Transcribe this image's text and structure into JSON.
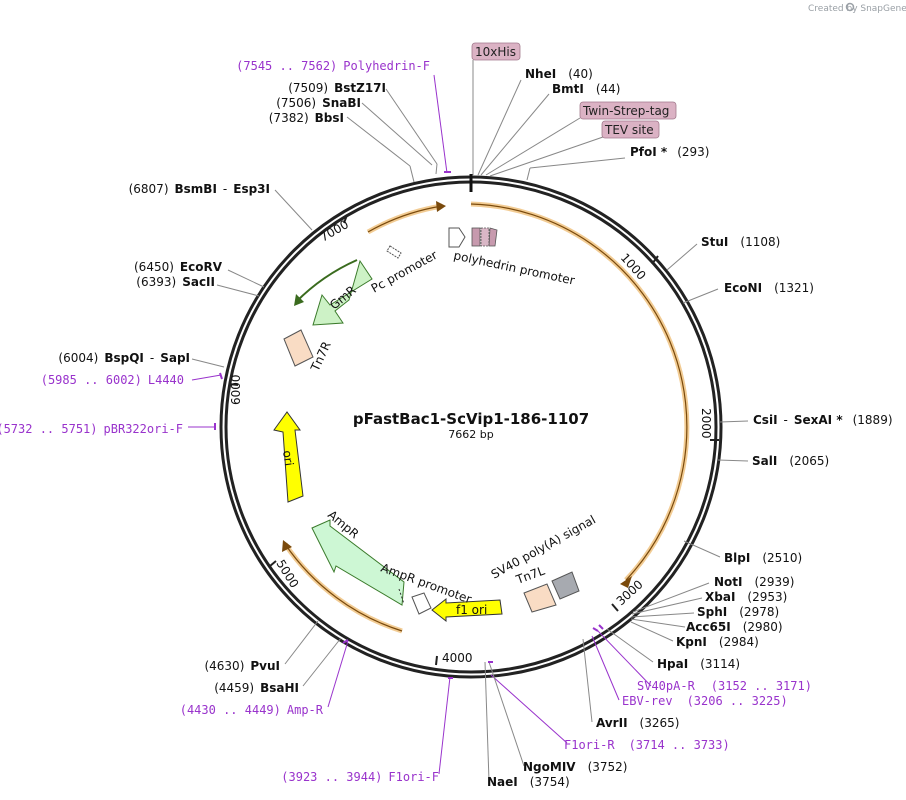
{
  "credit": "Created by SnapGene",
  "plasmid": {
    "name": "pFastBac1-ScVip1-186-1107",
    "length_label": "7662 bp"
  },
  "ticks": [
    {
      "label": "1000"
    },
    {
      "label": "2000"
    },
    {
      "label": "3000"
    },
    {
      "label": "4000"
    },
    {
      "label": "5000"
    },
    {
      "label": "6000"
    },
    {
      "label": "7000"
    }
  ],
  "features": [
    {
      "label": "polyhedrin promoter"
    },
    {
      "label": "Pc promoter"
    },
    {
      "label": "GmR"
    },
    {
      "label": "Tn7R"
    },
    {
      "label": "ori"
    },
    {
      "label": "AmpR"
    },
    {
      "label": "AmpR promoter"
    },
    {
      "label": "f1 ori"
    },
    {
      "label": "Tn7L"
    },
    {
      "label": "SV40 poly(A) signal"
    }
  ],
  "tags": [
    {
      "label": "10xHis"
    },
    {
      "label": "Twin-Strep-tag"
    },
    {
      "label": "TEV site"
    }
  ],
  "sites_left": [
    {
      "pos": "(7545 .. 7562)",
      "name": "Polyhedrin-F",
      "kind": "primer"
    },
    {
      "pos": "(7509)",
      "name": "BstZ17I",
      "kind": "enzyme"
    },
    {
      "pos": "(7506)",
      "name": "SnaBI",
      "kind": "enzyme"
    },
    {
      "pos": "(7382)",
      "name": "BbsI",
      "kind": "enzyme"
    },
    {
      "pos": "(6807)",
      "name": "BsmBI",
      "name2": "Esp3I",
      "kind": "enzyme"
    },
    {
      "pos": "(6450)",
      "name": "EcoRV",
      "kind": "enzyme"
    },
    {
      "pos": "(6393)",
      "name": "SacII",
      "kind": "enzyme"
    },
    {
      "pos": "(6004)",
      "name": "BspQI",
      "name2": "SapI",
      "kind": "enzyme"
    },
    {
      "pos": "(5985 .. 6002)",
      "name": "L4440",
      "kind": "primer"
    },
    {
      "pos": "(5732 .. 5751)",
      "name": "pBR322ori-F",
      "kind": "primer"
    },
    {
      "pos": "(4630)",
      "name": "PvuI",
      "kind": "enzyme"
    },
    {
      "pos": "(4459)",
      "name": "BsaHI",
      "kind": "enzyme"
    },
    {
      "pos": "(4430 .. 4449)",
      "name": "Amp-R",
      "kind": "primer"
    },
    {
      "pos": "(3923 .. 3944)",
      "name": "F1ori-F",
      "kind": "primer"
    }
  ],
  "sites_right": [
    {
      "name": "NheI",
      "pos": "(40)",
      "kind": "enzyme"
    },
    {
      "name": "BmtI",
      "pos": "(44)",
      "kind": "enzyme"
    },
    {
      "name": "PfoI *",
      "pos": "(293)",
      "kind": "enzyme"
    },
    {
      "name": "StuI",
      "pos": "(1108)",
      "kind": "enzyme"
    },
    {
      "name": "EcoNI",
      "pos": "(1321)",
      "kind": "enzyme"
    },
    {
      "name": "CsiI",
      "name2": "SexAI *",
      "pos": "(1889)",
      "kind": "enzyme"
    },
    {
      "name": "SalI",
      "pos": "(2065)",
      "kind": "enzyme"
    },
    {
      "name": "BlpI",
      "pos": "(2510)",
      "kind": "enzyme"
    },
    {
      "name": "NotI",
      "pos": "(2939)",
      "kind": "enzyme"
    },
    {
      "name": "XbaI",
      "pos": "(2953)",
      "kind": "enzyme"
    },
    {
      "name": "SphI",
      "pos": "(2978)",
      "kind": "enzyme"
    },
    {
      "name": "Acc65I",
      "pos": "(2980)",
      "kind": "enzyme"
    },
    {
      "name": "KpnI",
      "pos": "(2984)",
      "kind": "enzyme"
    },
    {
      "name": "HpaI",
      "pos": "(3114)",
      "kind": "enzyme"
    },
    {
      "name": "SV40pA-R",
      "pos": "(3152 .. 3171)",
      "kind": "primer"
    },
    {
      "name": "EBV-rev",
      "pos": "(3206 .. 3225)",
      "kind": "primer"
    },
    {
      "name": "AvrII",
      "pos": "(3265)",
      "kind": "enzyme"
    },
    {
      "name": "F1ori-R",
      "pos": "(3714 .. 3733)",
      "kind": "primer"
    },
    {
      "name": "NgoMIV",
      "pos": "(3752)",
      "kind": "enzyme"
    },
    {
      "name": "NaeI",
      "pos": "(3754)",
      "kind": "enzyme"
    }
  ]
}
